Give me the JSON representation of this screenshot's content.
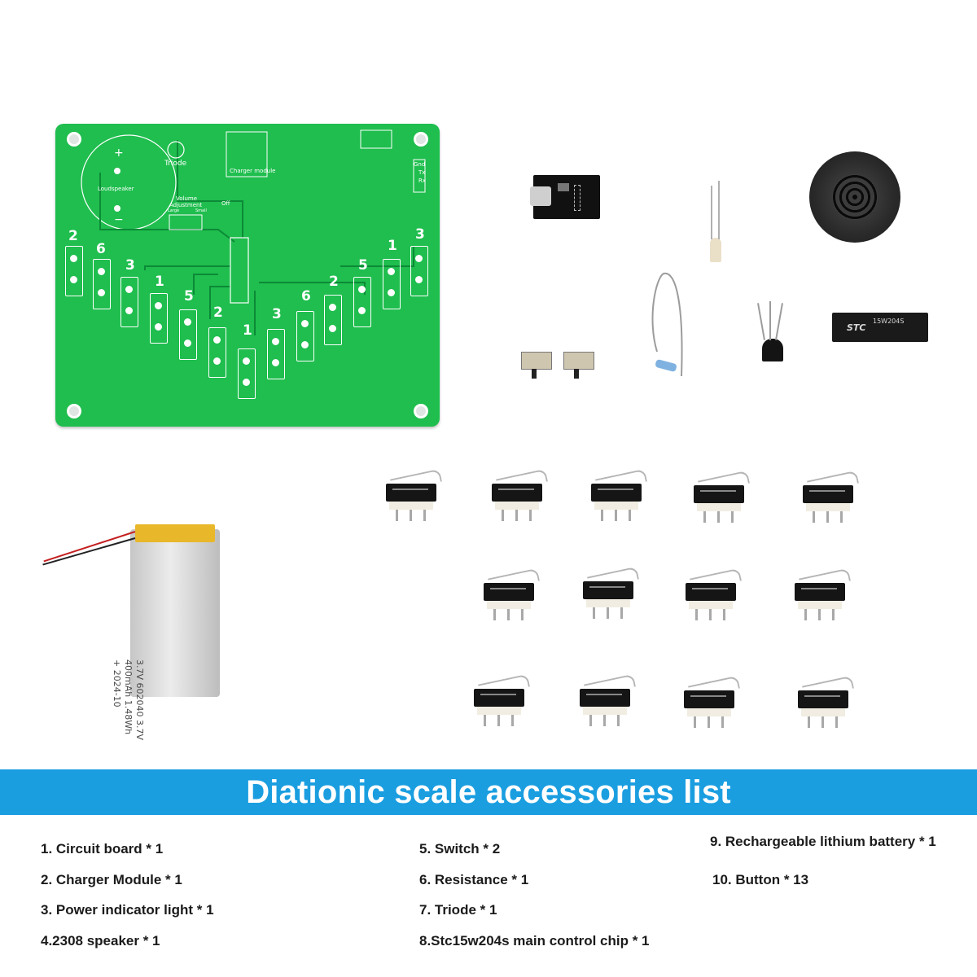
{
  "banner": {
    "title": "Diationic scale accessories list"
  },
  "accessories": [
    {
      "id": "item-1",
      "text": "1. Circuit board * 1"
    },
    {
      "id": "item-2",
      "text": "2. Charger Module * 1"
    },
    {
      "id": "item-3",
      "text": "3. Power indicator light * 1"
    },
    {
      "id": "item-4",
      "text": "4.2308 speaker * 1"
    },
    {
      "id": "item-5",
      "text": "5. Switch * 2"
    },
    {
      "id": "item-6",
      "text": "6. Resistance * 1"
    },
    {
      "id": "item-7",
      "text": "7. Triode * 1"
    },
    {
      "id": "item-8",
      "text": "8.Stc15w204s main control chip * 1"
    },
    {
      "id": "item-9",
      "text": "9. Rechargeable lithium battery * 1"
    },
    {
      "id": "item-10",
      "text": "10. Button * 13"
    }
  ],
  "pcb": {
    "labels": {
      "loudspeaker": "Loudspeaker",
      "triode": "Triode",
      "charger": "Charger module",
      "volume": "Volume",
      "adjustment": "Adjustment",
      "large": "Large",
      "small": "Small",
      "off": "Off",
      "gnd": "Gnd",
      "tx": "Tx",
      "rx": "Rx",
      "plus": "+",
      "minus": "−"
    },
    "key_numbers": [
      "2",
      "6",
      "3",
      "1",
      "5",
      "2",
      "1",
      "3",
      "6",
      "2",
      "5",
      "1",
      "3"
    ]
  },
  "chip": {
    "brand": "STC",
    "model": "15W204S"
  },
  "battery": {
    "line1": "3.7V 602040 3.7V",
    "line2": "400mAh 1.48Wh",
    "line3": "+ 2024-10"
  }
}
